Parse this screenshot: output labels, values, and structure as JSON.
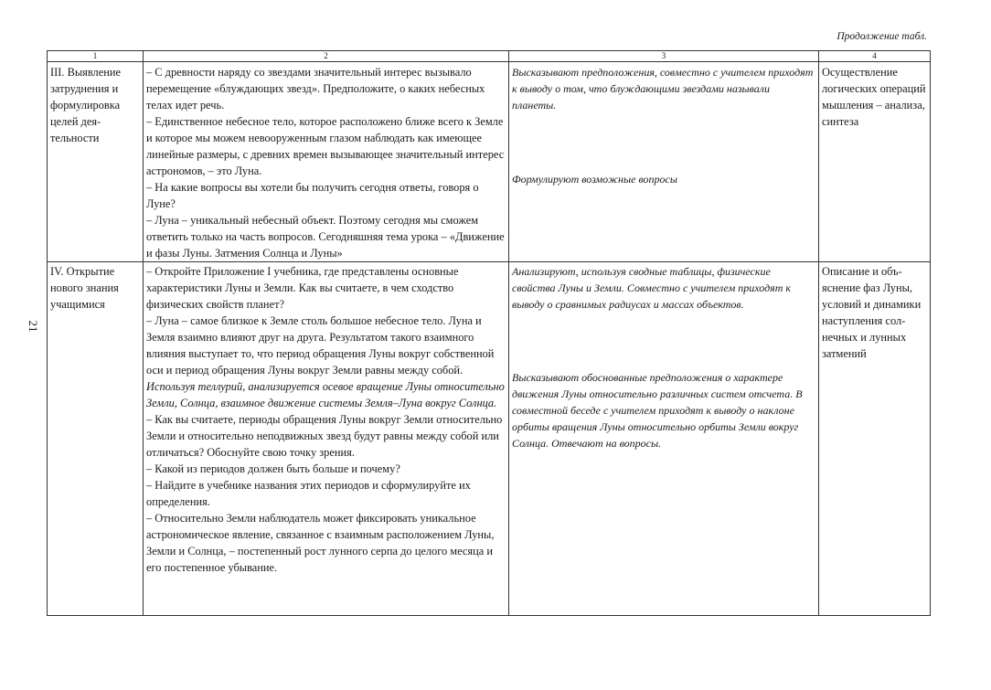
{
  "caption": "Продолжение табл.",
  "page_number": "21",
  "columns": [
    "1",
    "2",
    "3",
    "4"
  ],
  "rows": [
    {
      "stage": "III. Выявление затруднения и формулиров­ка целей дея­тельности",
      "teacher": [
        {
          "text": "– С древности наряду со звездами значительный интерес вы­зывало перемещение «блуждающих звезд». Предположите, о каких небесных телах идет речь.",
          "italic": false
        },
        {
          "text": "– Единственное небесное тело, которое расположено ближе всего к Земле и которое мы можем невооруженным глазом наблюдать как имеющее линейные размеры, с древних времен вызывающее значительный интерес астрономов, – это Луна.",
          "italic": false
        },
        {
          "text": "– На какие вопросы вы хотели бы получить сегодня ответы, говоря о Луне?",
          "italic": false
        },
        {
          "text": "– Луна – уникальный небесный объект. Поэтому сегодня мы сможем ответить только на часть вопросов. Сегодняшняя тема урока – «Движение и фазы Луны. Затмения Солнца и Луны»",
          "italic": false
        }
      ],
      "students_1": "Высказывают предположения, совместно с учите­лем приходят к выводу о том, что блуждающими звездами называли планеты.",
      "students_2": "Формулируют возможные вопросы",
      "skills": "Осуществление логических опе­раций мышле­ния – анализа, синтеза"
    },
    {
      "stage": "IV. Открытие нового знания учащимися",
      "teacher": [
        {
          "text": "– Откройте Приложение I учебника, где представлены основ­ные характеристики Луны и Земли. Как вы считаете, в чем сходство физических свойств планет?",
          "italic": false
        },
        {
          "text": "– Луна – самое близкое к Земле столь большое небесное тело. Луна и Земля взаимно влияют друг на друга. Результатом такого взаимного влияния выступает то, что период обраще­ния Луны вокруг собственной оси и период обращения Луны вокруг Земли равны между собой.",
          "italic": false
        },
        {
          "text": "Используя теллурий, анализируется осевое вращение Луны относительно Земли, Солнца, взаимное движение системы Земля–Луна вокруг Солнца.",
          "italic": true
        },
        {
          "text": "– Как вы считаете, периоды обращения Луны вокруг Земли относительно Земли и относительно неподвижных звезд будут равны между собой или отличаться? Обоснуйте свою точку зрения.",
          "italic": false
        },
        {
          "text": "– Какой из периодов должен быть больше и почему?",
          "italic": false
        },
        {
          "text": "– Найдите в учебнике названия этих периодов и сформулируйте их определения.",
          "italic": false
        },
        {
          "text": "– Относительно Земли наблюдатель может фиксировать уникальное астрономическое явление, связанное с взаимным расположением Луны, Земли и Солнца, – постепенный рост лунного серпа до целого месяца и его постепенное убывание.",
          "italic": false
        }
      ],
      "students_1": "Анализируют, используя сводные таблицы, физиче­ские свойства Луны и Земли. Совместно с учителем приходят к выводу о сравнимых радиусах и массах объектов.",
      "students_2": "Высказывают обоснованные предположения о ха­рактере движения Луны относительно различных систем отсчета. В совместной беседе с учителем приходят к выводу о наклоне орбиты вращения Луны относительно орбиты Земли вокруг Солнца. Отвечают на вопросы.",
      "skills": "Описание и объ­яснение фаз Луны, условий и динамики наступления сол­нечных и лунных затмений"
    }
  ]
}
